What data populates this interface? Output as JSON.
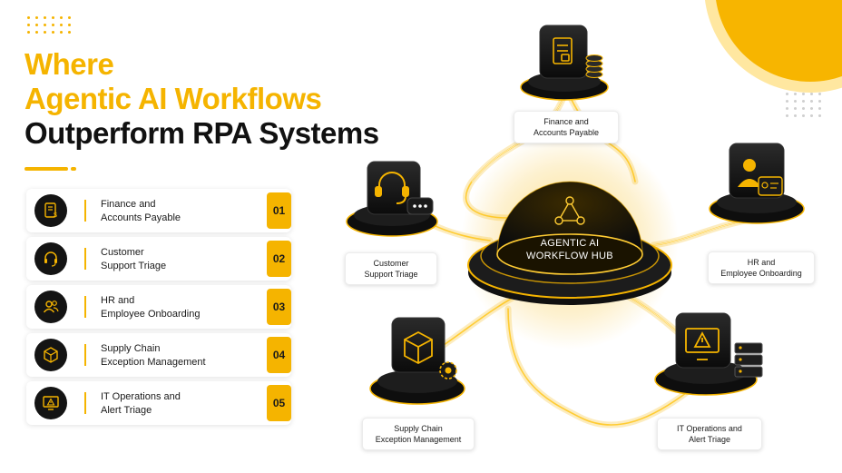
{
  "title": {
    "line1": "Where",
    "line2": "Agentic AI Workflows",
    "line3": "Outperform RPA Systems"
  },
  "colors": {
    "accent": "#f5b400",
    "dark": "#141414",
    "background": "#ffffff"
  },
  "list": [
    {
      "label": "Finance and\nAccounts Payable",
      "number": "01",
      "icon": "invoice-icon"
    },
    {
      "label": "Customer\nSupport Triage",
      "number": "02",
      "icon": "headset-icon"
    },
    {
      "label": "HR and\nEmployee Onboarding",
      "number": "03",
      "icon": "people-icon"
    },
    {
      "label": "Supply Chain\nException Management",
      "number": "04",
      "icon": "package-icon"
    },
    {
      "label": "IT Operations and\nAlert Triage",
      "number": "05",
      "icon": "alert-monitor-icon"
    }
  ],
  "hub": {
    "label": "AGENTIC AI\nWORKFLOW HUB",
    "icon": "network-triangle-icon"
  },
  "nodes": [
    {
      "label": "Finance and\nAccounts Payable",
      "icon": "invoice-icon"
    },
    {
      "label": "Customer\nSupport Triage",
      "icon": "headset-icon"
    },
    {
      "label": "HR and\nEmployee Onboarding",
      "icon": "id-badge-icon"
    },
    {
      "label": "Supply Chain\nException Management",
      "icon": "package-icon"
    },
    {
      "label": "IT Operations and\nAlert Triage",
      "icon": "alert-monitor-icon"
    }
  ]
}
